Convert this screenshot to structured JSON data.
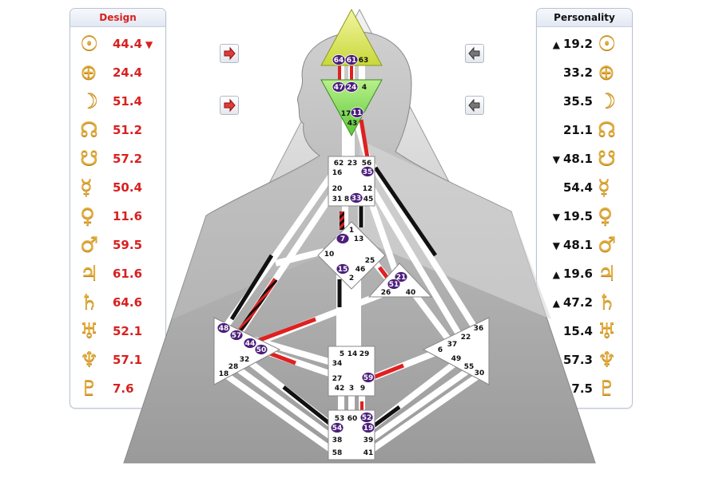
{
  "design": {
    "title": "Design",
    "rows": [
      {
        "planet": "sun-icon",
        "glyph": "☉",
        "value": "44.4",
        "arrow": "▼"
      },
      {
        "planet": "earth-icon",
        "glyph": "⊕",
        "value": "24.4",
        "arrow": ""
      },
      {
        "planet": "moon-icon",
        "glyph": "☽",
        "value": "51.4",
        "arrow": ""
      },
      {
        "planet": "north-node-icon",
        "glyph": "☊",
        "value": "51.2",
        "arrow": ""
      },
      {
        "planet": "south-node-icon",
        "glyph": "☋",
        "value": "57.2",
        "arrow": ""
      },
      {
        "planet": "mercury-icon",
        "glyph": "☿",
        "value": "50.4",
        "arrow": ""
      },
      {
        "planet": "venus-icon",
        "glyph": "♀",
        "value": "11.6",
        "arrow": ""
      },
      {
        "planet": "mars-icon",
        "glyph": "♂",
        "value": "59.5",
        "arrow": ""
      },
      {
        "planet": "jupiter-icon",
        "glyph": "♃",
        "value": "61.6",
        "arrow": ""
      },
      {
        "planet": "saturn-icon",
        "glyph": "♄",
        "value": "64.6",
        "arrow": ""
      },
      {
        "planet": "uranus-icon",
        "glyph": "♅",
        "value": "52.1",
        "arrow": ""
      },
      {
        "planet": "neptune-icon",
        "glyph": "♆",
        "value": "57.1",
        "arrow": ""
      },
      {
        "planet": "pluto-icon",
        "glyph": "♇",
        "value": "7.6",
        "arrow": ""
      }
    ]
  },
  "personality": {
    "title": "Personality",
    "rows": [
      {
        "planet": "sun-icon",
        "glyph": "☉",
        "value": "19.2",
        "arrow": "▲"
      },
      {
        "planet": "earth-icon",
        "glyph": "⊕",
        "value": "33.2",
        "arrow": ""
      },
      {
        "planet": "moon-icon",
        "glyph": "☽",
        "value": "35.5",
        "arrow": ""
      },
      {
        "planet": "north-node-icon",
        "glyph": "☊",
        "value": "21.1",
        "arrow": ""
      },
      {
        "planet": "south-node-icon",
        "glyph": "☋",
        "value": "48.1",
        "arrow": "▼"
      },
      {
        "planet": "mercury-icon",
        "glyph": "☿",
        "value": "54.4",
        "arrow": ""
      },
      {
        "planet": "venus-icon",
        "glyph": "♀",
        "value": "19.5",
        "arrow": "▼"
      },
      {
        "planet": "mars-icon",
        "glyph": "♂",
        "value": "48.1",
        "arrow": "▼"
      },
      {
        "planet": "jupiter-icon",
        "glyph": "♃",
        "value": "19.6",
        "arrow": "▲"
      },
      {
        "planet": "saturn-icon",
        "glyph": "♄",
        "value": "47.2",
        "arrow": "▲"
      },
      {
        "planet": "uranus-icon",
        "glyph": "♅",
        "value": "15.4",
        "arrow": ""
      },
      {
        "planet": "neptune-icon",
        "glyph": "♆",
        "value": "57.3",
        "arrow": ""
      },
      {
        "planet": "pluto-icon",
        "glyph": "♇",
        "value": "7.5",
        "arrow": ""
      }
    ]
  },
  "colors": {
    "design": "#d92020",
    "personality": "#111111",
    "gate_active": "#4b1f7a",
    "head_center": "#e6f07a",
    "ajna_center": "#9ee86a",
    "planet_glyph": "#e3ad3c"
  },
  "bodygraph": {
    "head_gates": [
      "64",
      "61",
      "63"
    ],
    "ajna_gates": [
      "47",
      "24",
      "4",
      "17",
      "11",
      "43"
    ],
    "throat_gates": [
      "62",
      "23",
      "56",
      "16",
      "35",
      "20",
      "12",
      "31",
      "8",
      "33",
      "45"
    ],
    "g_gates": [
      "1",
      "7",
      "13",
      "10",
      "15",
      "46",
      "2",
      "25"
    ],
    "ego_gates": [
      "21",
      "51",
      "26",
      "40"
    ],
    "spleen_gates": [
      "48",
      "57",
      "44",
      "50",
      "32",
      "28",
      "18"
    ],
    "sacral_gates": [
      "5",
      "14",
      "29",
      "34",
      "27",
      "59",
      "42",
      "3",
      "9"
    ],
    "solar_gates": [
      "36",
      "22",
      "37",
      "6",
      "49",
      "55",
      "30"
    ],
    "root_gates": [
      "53",
      "60",
      "52",
      "54",
      "19",
      "38",
      "39",
      "58",
      "41"
    ],
    "active_gates": [
      "64",
      "61",
      "47",
      "24",
      "11",
      "35",
      "33",
      "7",
      "15",
      "21",
      "51",
      "48",
      "57",
      "44",
      "50",
      "59",
      "54",
      "52",
      "19"
    ]
  }
}
